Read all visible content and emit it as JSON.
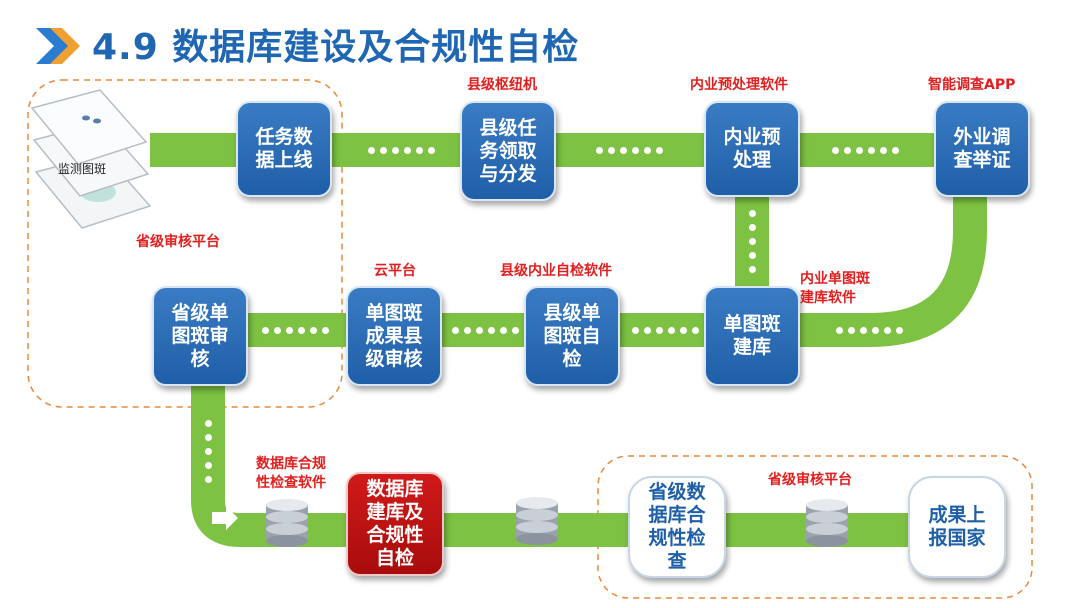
{
  "title": "4.9 数据库建设及合规性自检",
  "layers_label": "监测图斑",
  "nodes": {
    "task_online": "任务数\n据上线",
    "county_task": "县级任\n务领取\n与分发",
    "internal_pre": "内业预\n处理",
    "field_survey": "外业调\n查举证",
    "build_db": "单图斑\n建库",
    "county_check": "县级单\n图斑自\n检",
    "county_review": "单图斑\n成果县\n级审核",
    "province_review": "省级单\n图斑审\n核",
    "db_compliance": "数据库\n建库及\n合规性\n自检",
    "province_db_check": "省级数\n据库合\n规性检\n查",
    "report_state": "成果上\n报国家"
  },
  "labels": {
    "county_hub": "县级枢纽机",
    "pre_software": "内业预处理软件",
    "survey_app": "智能调查APP",
    "province_platform_top": "省级审核平台",
    "cloud_platform": "云平台",
    "county_check_software": "县级内业自检软件",
    "build_software": "内业单图斑\n建库软件",
    "db_check_software": "数据库合规\n性检查软件",
    "province_platform_bottom": "省级审核平台"
  },
  "colors": {
    "title": "#1f66b3",
    "flow_green": "#7dc242",
    "node_blue": "#1f5fa8",
    "node_red": "#c00f0f",
    "label_red": "#e02020",
    "dashed_orange": "#e8893a"
  }
}
